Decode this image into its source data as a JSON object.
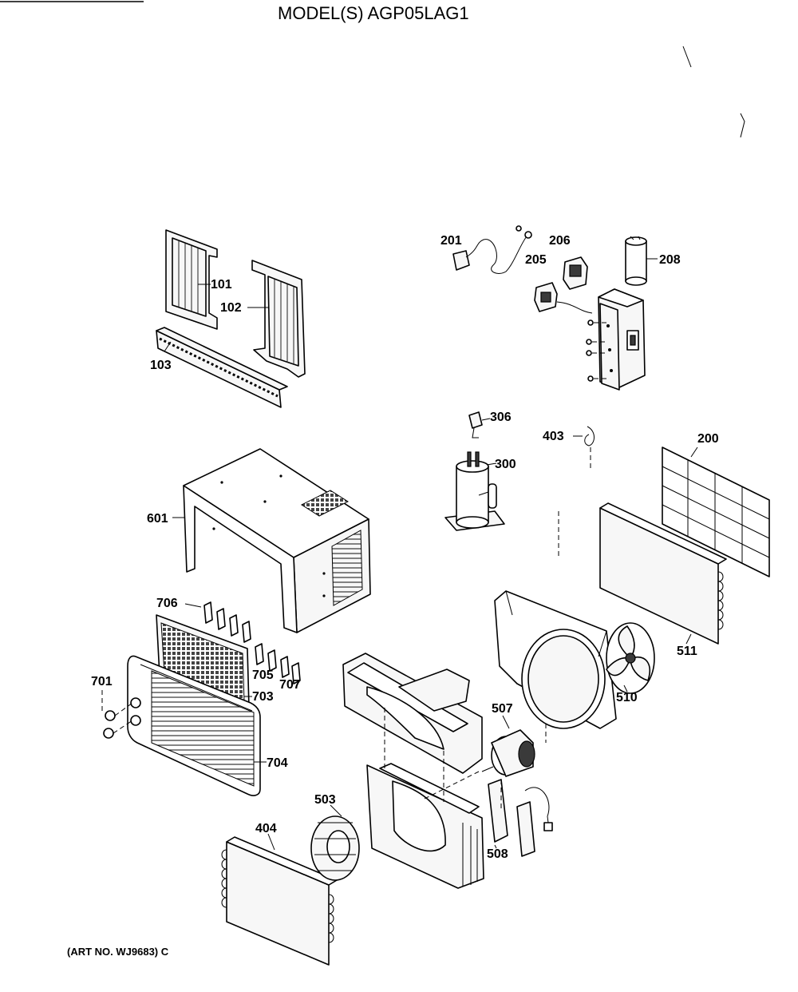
{
  "title": "MODEL(S) AGP05LAG1",
  "art_number": "(ART NO. WJ9683) C",
  "callouts": {
    "p101": "101",
    "p102": "102",
    "p103": "103",
    "p200": "200",
    "p201": "201",
    "p205": "205",
    "p206": "206",
    "p208": "208",
    "p300": "300",
    "p306": "306",
    "p403": "403",
    "p404": "404",
    "p503": "503",
    "p507": "507",
    "p508": "508",
    "p510": "510",
    "p511": "511",
    "p601": "601",
    "p701": "701",
    "p703": "703",
    "p704": "704",
    "p705": "705",
    "p706": "706",
    "p707": "707"
  }
}
